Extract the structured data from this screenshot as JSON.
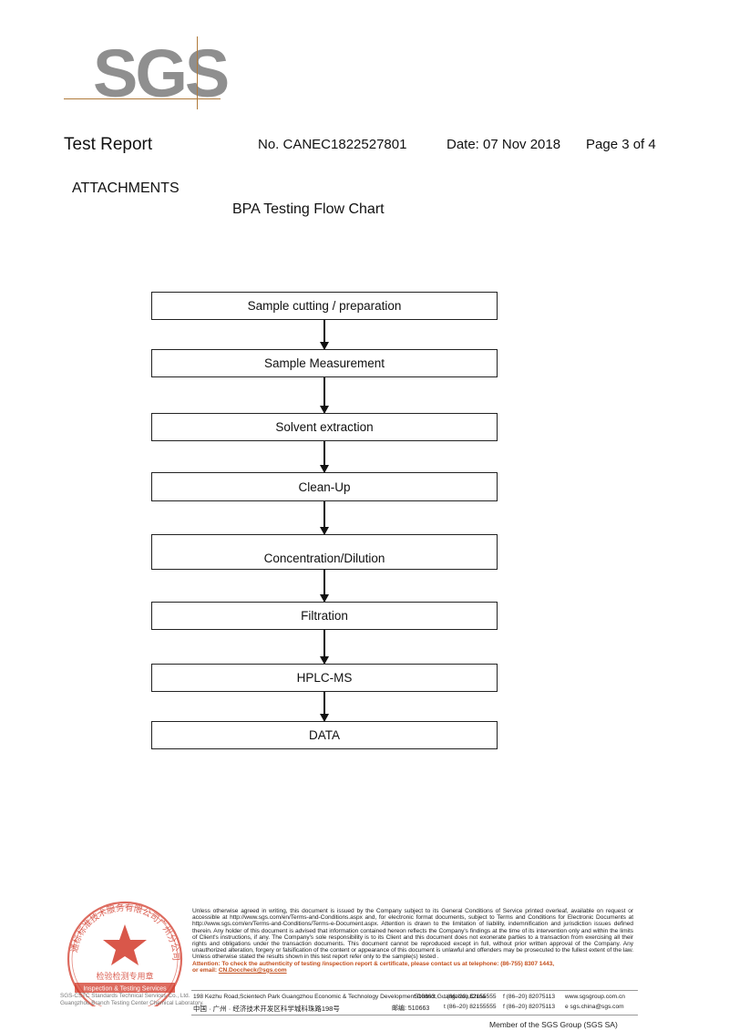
{
  "logo": {
    "text": "SGS"
  },
  "header": {
    "title": "Test Report",
    "report_no": "No. CANEC1822527801",
    "date": "Date: 07 Nov 2018",
    "page": "Page 3 of 4"
  },
  "section_title": "ATTACHMENTS",
  "flow_chart": {
    "title": "BPA Testing Flow Chart",
    "steps": [
      "Sample cutting / preparation",
      "Sample Measurement",
      "Solvent extraction",
      "Clean-Up",
      "Concentration/Dilution",
      "Filtration",
      "HPLC-MS",
      "DATA"
    ]
  },
  "footer": {
    "disclaimer": "Unless otherwise agreed in writing, this document is issued by the Company subject to its General Conditions of Service printed overleaf, available on request or accessible at http://www.sgs.com/en/Terms-and-Conditions.aspx and, for electronic format documents, subject to Terms and Conditions for Electronic Documents at http://www.sgs.com/en/Terms-and-Conditions/Terms-e-Document.aspx. Attention is drawn to the limitation of liability, indemnification and jurisdiction issues defined therein. Any holder of this document is advised that information contained hereon reflects the Company's findings at the time of its intervention only and within the limits of Client's instructions, if any. The Company's sole responsibility is to its Client and this document does not exonerate parties to a transaction from exercising all their rights and obligations under the transaction documents. This document cannot be reproduced except in full, without prior written approval of the Company. Any unauthorized alteration, forgery or falsification of the content or appearance of this document is unlawful and offenders may be prosecuted to the fullest extent of the law. Unless otherwise stated the results shown in this test report refer only to the sample(s) tested .",
    "attention": "Attention: To check the authenticity of testing /inspection report & certificate, please contact us at telephone: (86-755) 8307 1443,",
    "attention_email_prefix": "or email: ",
    "attention_email": "CN.Doccheck@sgs.com",
    "address_en": "198 Kezhu Road,Scientech Park Guangzhou Economic & Technology Development District,Guangzhou,China",
    "postcode_en": "510663",
    "tel": "t (86–20) 82155555",
    "fax": "f (86–20) 82075113",
    "web": "www.sgsgroup.com.cn",
    "address_cn": "中国 · 广州 · 经济技术开发区科学城科珠路198号",
    "postcode_cn": "邮编: 510663",
    "email": "e sgs.china@sgs.com",
    "lab_line1": "SGS-CSTC Standards Technical Services Co., Ltd.",
    "lab_line2": "Guangzhou Branch Testing Center Chemical Laboratory.",
    "member": "Member of the SGS Group (SGS SA)",
    "seal_text_top": "通标标准技术服务有限公司广州分公司",
    "seal_text_mid": "检验检测专用章",
    "seal_text_band": "Inspection & Testing Services"
  },
  "colors": {
    "seal_red": "#d23a2a",
    "accent_orange": "#c4501e",
    "logo_gray": "#8f8f8f",
    "logo_line": "#b07a3a"
  }
}
